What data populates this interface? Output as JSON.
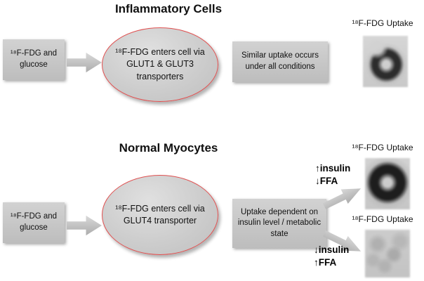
{
  "colors": {
    "box_gray": "#c8c8c8",
    "ellipse_outline_red": "#e05050",
    "text": "#111111"
  },
  "top": {
    "title": "Inflammatory Cells",
    "source_box": "¹⁸F-FDG and glucose",
    "mechanism": "¹⁸F-FDG enters cell via GLUT1 & GLUT3 transporters",
    "outcome": "Similar uptake occurs under all conditions",
    "uptake_label": "¹⁸F-FDG Uptake",
    "scan_image": "dark-crescent-ring-scan"
  },
  "bottom": {
    "title": "Normal Myocytes",
    "source_box": "¹⁸F-FDG and glucose",
    "mechanism": "¹⁸F-FDG enters cell via GLUT4 transporter",
    "outcome": "Uptake dependent on insulin level / metabolic state",
    "high_branch": {
      "uptake_label": "¹⁸F-FDG Uptake",
      "condition_line1": "↑insulin",
      "condition_line2": "↓FFA",
      "scan_image": "dark-full-ring-scan"
    },
    "low_branch": {
      "uptake_label": "¹⁸F-FDG Uptake",
      "condition_line1": "↓insulin",
      "condition_line2": "↑FFA",
      "scan_image": "faint-mottled-scan"
    }
  }
}
